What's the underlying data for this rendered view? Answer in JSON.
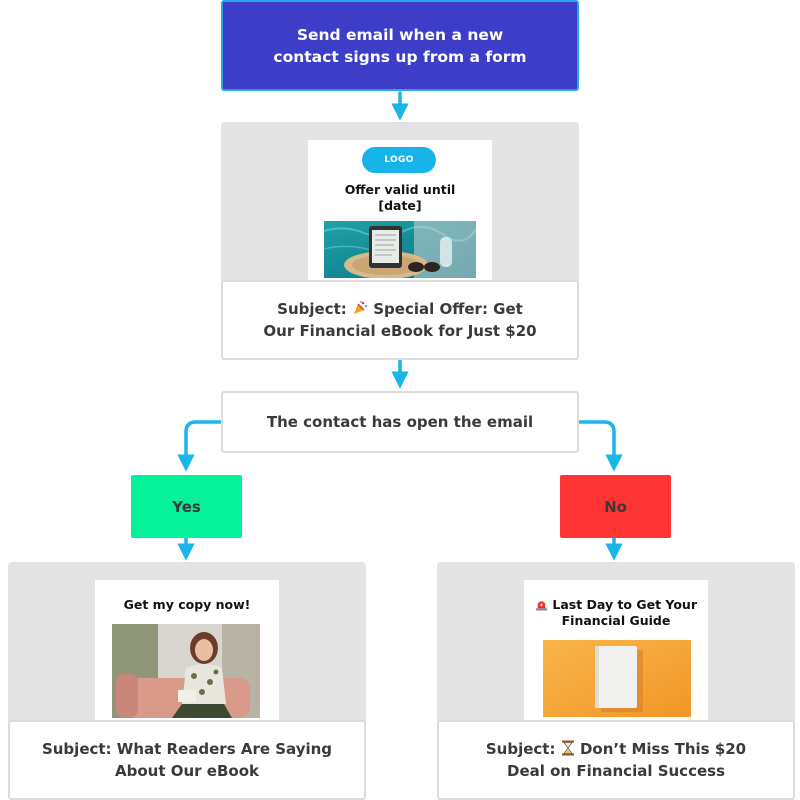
{
  "trigger": {
    "text": "Send email when a new contact signs up from a form"
  },
  "email1": {
    "logo_label": "LOGO",
    "heading": "Offer valid until [date]",
    "image_icon": "pool-ereader-photo",
    "subject_prefix": "Subject:",
    "subject_icon": "party-popper-icon",
    "subject_text": "Special Offer: Get Our Financial eBook for Just $20"
  },
  "condition": {
    "text": "The contact has open the email"
  },
  "branches": {
    "yes": {
      "label": "Yes",
      "color": "#06f29a"
    },
    "no": {
      "label": "No",
      "color": "#ff3535"
    }
  },
  "email_yes": {
    "heading": "Get my copy now!",
    "image_icon": "woman-reading-photo",
    "subject_prefix": "Subject:",
    "subject_text": "What Readers Are Saying About Our eBook"
  },
  "email_no": {
    "heading_icon": "siren-icon",
    "heading": "Last Day to Get Your Financial Guide",
    "image_icon": "book-on-orange-photo",
    "subject_prefix": "Subject:",
    "subject_icon": "hourglass-icon",
    "subject_text": "Don’t Miss This $20 Deal on Financial Success"
  },
  "colors": {
    "trigger_bg": "#3d3dc8",
    "trigger_border": "#2aa6e6",
    "connector": "#1ab6e8",
    "panel_bg": "#e3e3e3",
    "logo_pill": "#17b4ea",
    "orange": "#f7a53a"
  }
}
